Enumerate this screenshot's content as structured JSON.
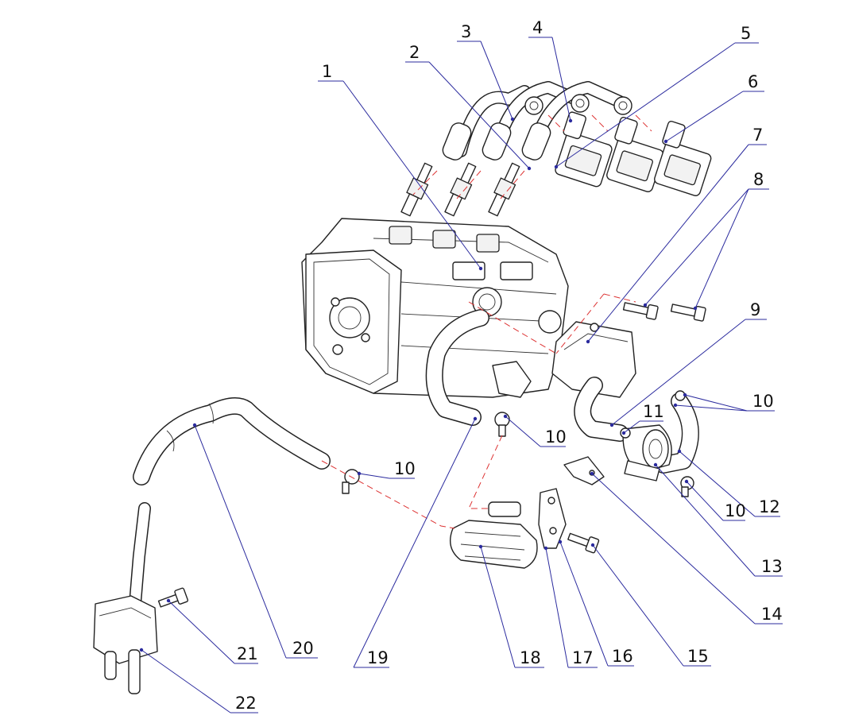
{
  "callouts": [
    {
      "id": "1",
      "label": "1"
    },
    {
      "id": "2",
      "label": "2"
    },
    {
      "id": "3",
      "label": "3"
    },
    {
      "id": "4",
      "label": "4"
    },
    {
      "id": "5",
      "label": "5"
    },
    {
      "id": "6",
      "label": "6"
    },
    {
      "id": "7",
      "label": "7"
    },
    {
      "id": "8",
      "label": "8"
    },
    {
      "id": "9",
      "label": "9"
    },
    {
      "id": "10a",
      "label": "10"
    },
    {
      "id": "10b",
      "label": "10"
    },
    {
      "id": "10c",
      "label": "10"
    },
    {
      "id": "10d",
      "label": "10"
    },
    {
      "id": "11",
      "label": "11"
    },
    {
      "id": "12",
      "label": "12"
    },
    {
      "id": "13",
      "label": "13"
    },
    {
      "id": "14",
      "label": "14"
    },
    {
      "id": "15",
      "label": "15"
    },
    {
      "id": "16",
      "label": "16"
    },
    {
      "id": "17",
      "label": "17"
    },
    {
      "id": "18",
      "label": "18"
    },
    {
      "id": "19",
      "label": "19"
    },
    {
      "id": "20",
      "label": "20"
    },
    {
      "id": "21",
      "label": "21"
    },
    {
      "id": "22",
      "label": "22"
    }
  ],
  "colors": {
    "leader": "#2b2b9e",
    "assembly_line": "#dd3333",
    "outline": "#222222"
  }
}
